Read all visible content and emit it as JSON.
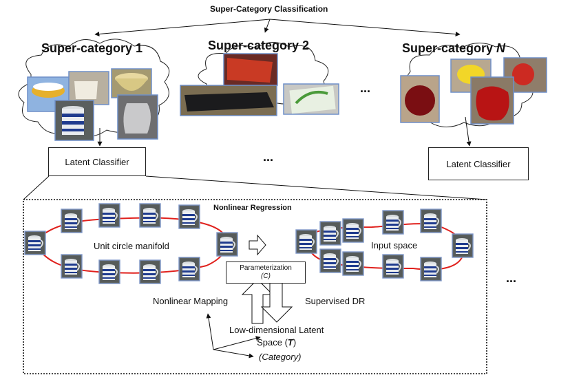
{
  "title": "Super-Category Classification",
  "super_categories": [
    {
      "label_prefix": "Super-category ",
      "label_suffix": "1"
    },
    {
      "label_prefix": "Super-category ",
      "label_suffix": "2"
    },
    {
      "label_prefix": "Super-category ",
      "label_suffix": "N"
    }
  ],
  "ellipsis": "...",
  "latent_classifier": "Latent Classifier",
  "detail": {
    "title": "Nonlinear Regression",
    "unit_circle": "Unit circle manifold",
    "input_space": "Input space",
    "parameterization": "Parameterization",
    "param_symbol": "(C)",
    "nonlinear_mapping": "Nonlinear Mapping",
    "supervised_dr": "Supervised DR",
    "latent_space_line1": "Low-dimensional Latent",
    "latent_space_line2_prefix": "Space (",
    "latent_space_symbol": "T",
    "latent_space_line2_suffix": ")",
    "category": "(Category)"
  },
  "colors": {
    "manifold_line": "#e0201c",
    "cloud_stroke": "#222222",
    "photo_frame": "#6f8fc8",
    "mug_bg": "#5a5f5e",
    "mug_stripe": "#1f3b8e"
  },
  "icons": [
    "mug-thumbnail-icon",
    "apple-photo-icon",
    "keyboard-photo-icon",
    "kettle-photo-icon",
    "up-arrow-icon",
    "down-arrow-icon"
  ]
}
